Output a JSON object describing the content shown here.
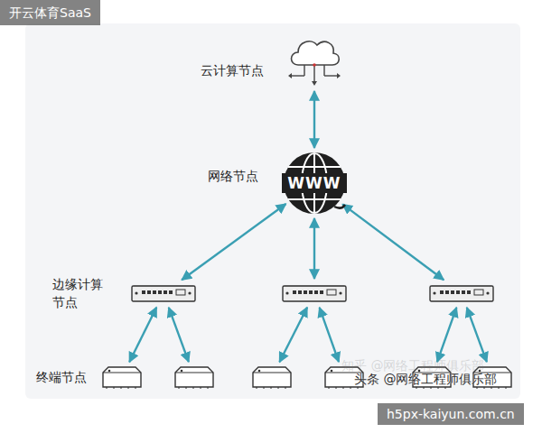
{
  "diagram": {
    "nodes": [
      {
        "text": [
          "云计算节点"
        ]
      },
      {
        "text": [
          "网络节点",
          "WWW"
        ]
      },
      {
        "text": [
          "边缘计算 节点"
        ]
      },
      {
        "text": []
      },
      {
        "text": []
      },
      {
        "text": [
          "终端节点"
        ]
      },
      {
        "text": []
      },
      {
        "text": []
      },
      {
        "text": []
      },
      {
        "text": []
      },
      {
        "text": []
      }
    ],
    "edges": [
      {
        "from": 0,
        "to": 1,
        "arrow": "both"
      },
      {
        "from": 1,
        "to": 2,
        "arrow": "both"
      },
      {
        "from": 1,
        "to": 3,
        "arrow": "both"
      },
      {
        "from": 1,
        "to": 4,
        "arrow": "both"
      },
      {
        "from": 2,
        "to": 5,
        "arrow": "both"
      },
      {
        "from": 2,
        "to": 6,
        "arrow": "both"
      },
      {
        "from": 3,
        "to": 7,
        "arrow": "both"
      },
      {
        "from": 3,
        "to": 8,
        "arrow": "both"
      },
      {
        "from": 4,
        "to": 9,
        "arrow": "both"
      },
      {
        "from": 4,
        "to": 10,
        "arrow": "both"
      }
    ],
    "labels": [
      "开云体育SaaS",
      "知乎 @网络工程师俱乐部",
      "头条 @网络工程师俱乐部",
      "h5px-kaiyun.com.cn"
    ]
  }
}
